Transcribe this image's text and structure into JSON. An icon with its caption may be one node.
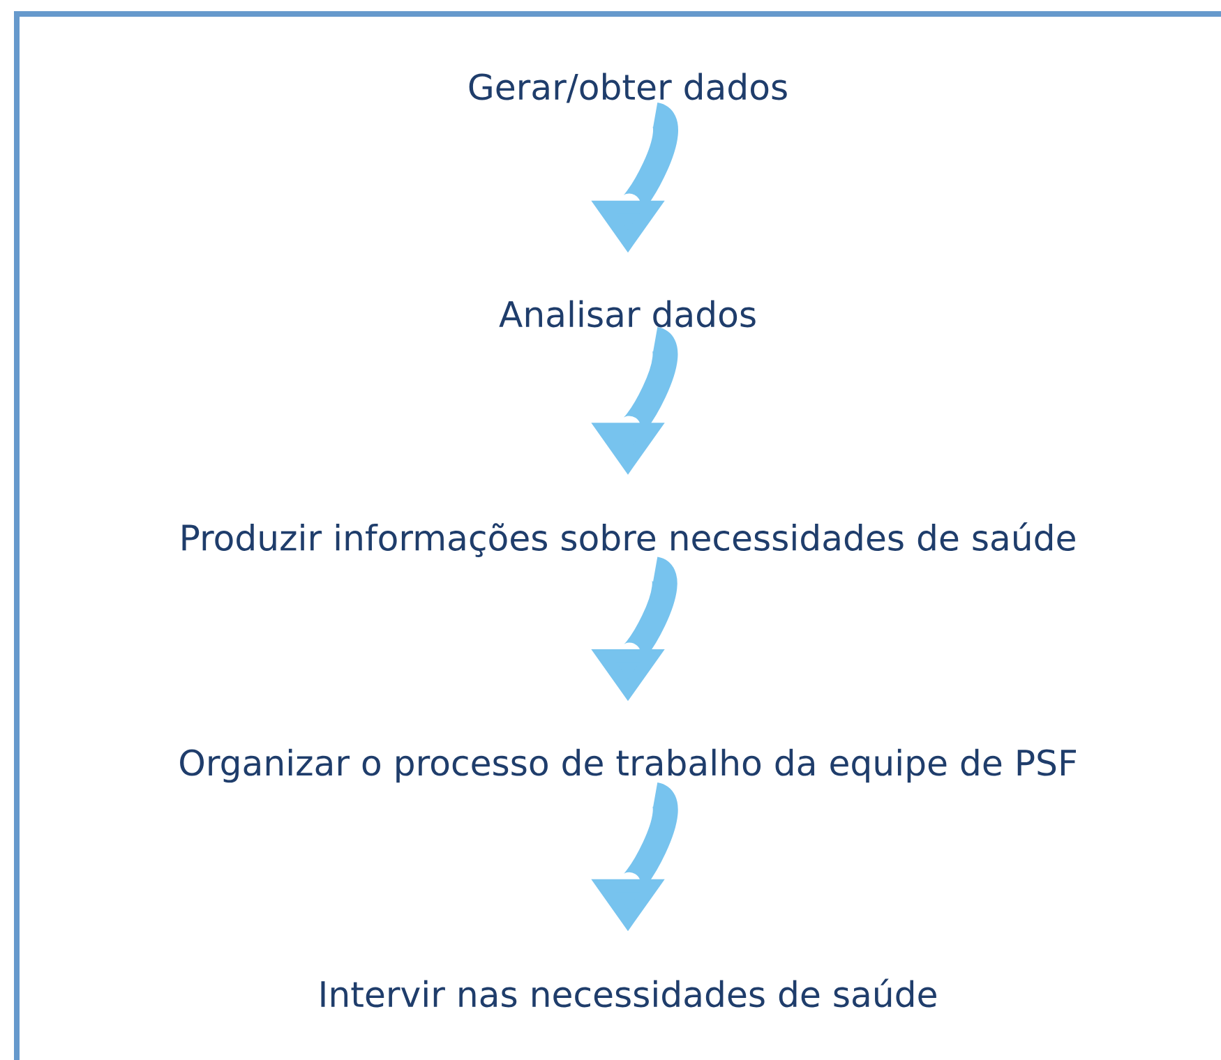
{
  "diagram": {
    "nodes": [
      {
        "text": [
          "Gerar/obter dados"
        ]
      },
      {
        "text": [
          "Analisar dados"
        ]
      },
      {
        "text": [
          "Produzir informações sobre necessidades de saúde"
        ]
      },
      {
        "text": [
          "Organizar o processo de trabalho da equipe de PSF"
        ]
      },
      {
        "text": [
          "Intervir nas necessidades de saúde"
        ]
      }
    ],
    "edges": [
      {
        "from": 0,
        "to": 1,
        "arrow": "to"
      },
      {
        "from": 1,
        "to": 2,
        "arrow": "to"
      },
      {
        "from": 2,
        "to": 3,
        "arrow": "to"
      },
      {
        "from": 3,
        "to": 4,
        "arrow": "to"
      }
    ]
  }
}
